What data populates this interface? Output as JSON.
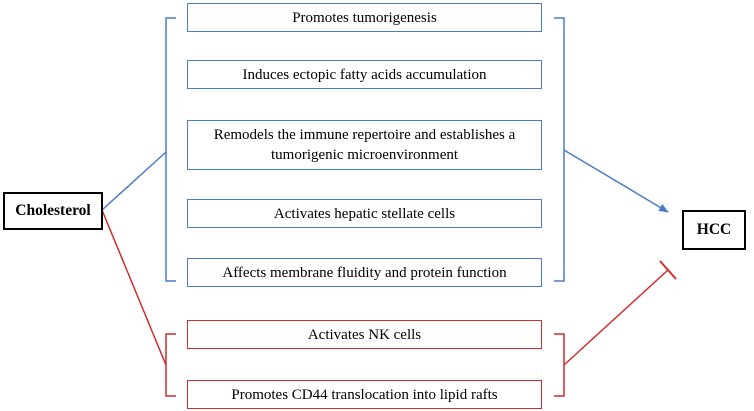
{
  "source_node": {
    "label": "Cholesterol"
  },
  "target_node": {
    "label": "HCC"
  },
  "promoting_effects": [
    {
      "label": "Promotes tumorigenesis"
    },
    {
      "label": "Induces ectopic fatty acids accumulation"
    },
    {
      "label": "Remodels the immune repertoire and establishes a tumorigenic microenvironment"
    },
    {
      "label": "Activates hepatic stellate cells"
    },
    {
      "label": "Affects membrane fluidity and protein function"
    }
  ],
  "inhibiting_effects": [
    {
      "label": "Activates NK cells"
    },
    {
      "label": "Promotes CD44 translocation into lipid rafts"
    }
  ],
  "colors": {
    "promote": "#4a7cc9",
    "inhibit": "#d22b2b",
    "node_border": "#000000"
  }
}
